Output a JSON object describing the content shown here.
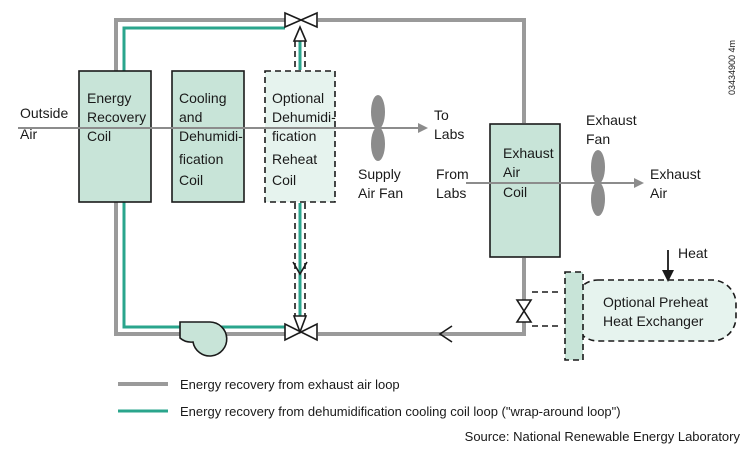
{
  "figure_id": "03434900 4m",
  "colors": {
    "gray_loop": "#9a9a9a",
    "green_loop": "#2aa58c",
    "coil_fill": "#c8e4d8",
    "coil_fill_light": "#e6f3ee",
    "fan_fill": "#8c8c8c",
    "arrow": "#8c8c8c"
  },
  "labels": {
    "outside_air": [
      "Outside",
      "Air"
    ],
    "to_labs": [
      "To",
      "Labs"
    ],
    "supply_fan": [
      "Supply",
      "Air Fan"
    ],
    "exhaust_fan": [
      "Exhaust",
      "Fan"
    ],
    "from_labs": [
      "From",
      "Labs"
    ],
    "exhaust_air": [
      "Exhaust",
      "Air"
    ],
    "heat": "Heat"
  },
  "coils": {
    "energy_recovery": [
      "Energy",
      "Recovery",
      "Coil"
    ],
    "cooling": [
      "Cooling",
      "and",
      "Dehumidi-",
      "fication",
      "Coil"
    ],
    "reheat": [
      "Optional",
      "Dehumidi-",
      "fication",
      "Reheat",
      "Coil"
    ],
    "exhaust": [
      "Exhaust",
      "Air",
      "Coil"
    ]
  },
  "preheat": [
    "Optional Preheat",
    "Heat Exchanger"
  ],
  "legend": {
    "gray": "Energy recovery from exhaust air loop",
    "green": "Energy recovery from dehumidification cooling coil loop (\"wrap-around loop\")"
  },
  "source": "Source: National Renewable Energy Laboratory"
}
